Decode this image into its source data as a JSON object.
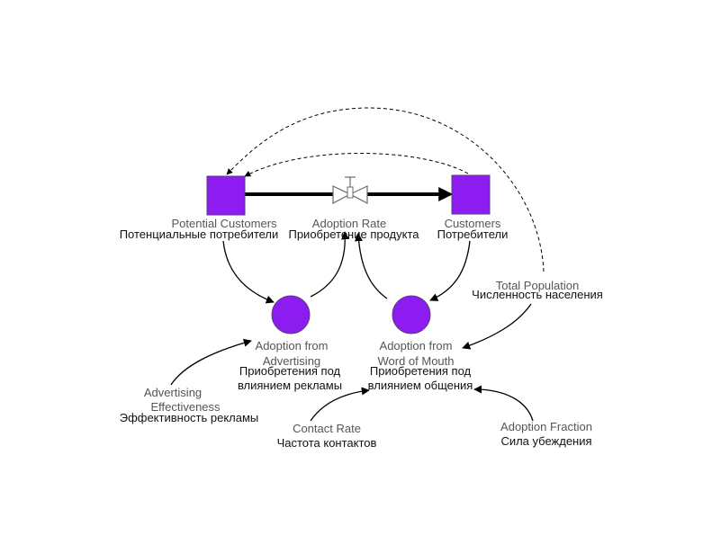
{
  "diagram": {
    "colors": {
      "node_fill": "#8d1cf0",
      "node_stroke": "#5c3a7a",
      "link": "#000000",
      "flow": "#000000",
      "valve": "#6a6a6a"
    },
    "stocks": {
      "potential_customers": {
        "en": "Potential Customers",
        "ru": "Потенциальные потребители"
      },
      "customers": {
        "en": "Customers",
        "ru": "Потребители"
      }
    },
    "flow": {
      "en": "Adoption Rate",
      "ru": "Приобретение продукта"
    },
    "auxiliaries": {
      "adoption_from_advertising": {
        "en_1": "Adoption from",
        "en_2": "Advertising",
        "ru_1": "Приобретения под",
        "ru_2": "влиянием рекламы"
      },
      "adoption_from_wom": {
        "en_1": "Adoption from",
        "en_2": "Word of Mouth",
        "ru_1": "Приобретения под",
        "ru_2": "влиянием общения"
      }
    },
    "constants": {
      "total_population": {
        "en": "Total Population",
        "ru": "Численность населения"
      },
      "advertising_effectiveness": {
        "en_1": "Advertising",
        "en_2": "Effectiveness",
        "ru": "Эффективность рекламы"
      },
      "contact_rate": {
        "en": "Contact Rate",
        "ru": "Частота контактов"
      },
      "adoption_fraction": {
        "en": "Adoption Fraction",
        "ru": "Сила убеждения"
      }
    }
  }
}
